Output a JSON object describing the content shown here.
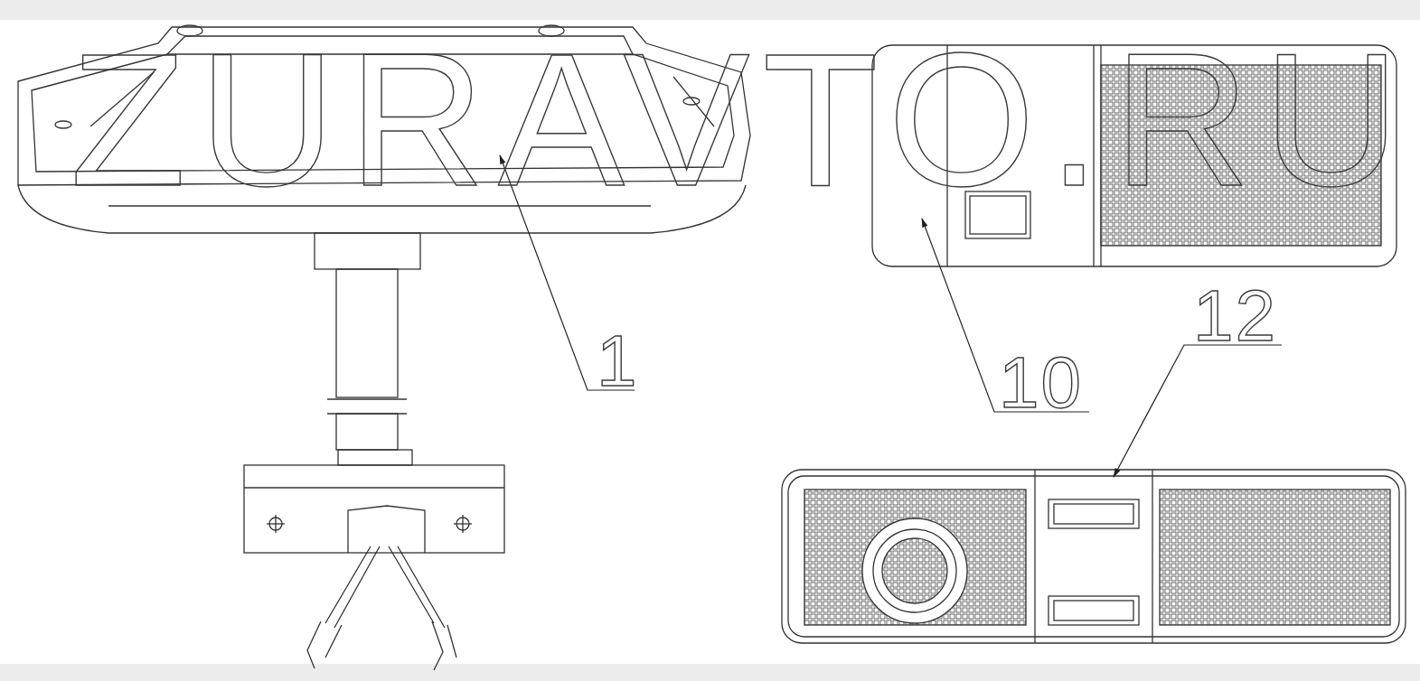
{
  "diagram": {
    "labels": [
      "ZURAVTO.RU",
      "1",
      "10",
      "12"
    ]
  }
}
